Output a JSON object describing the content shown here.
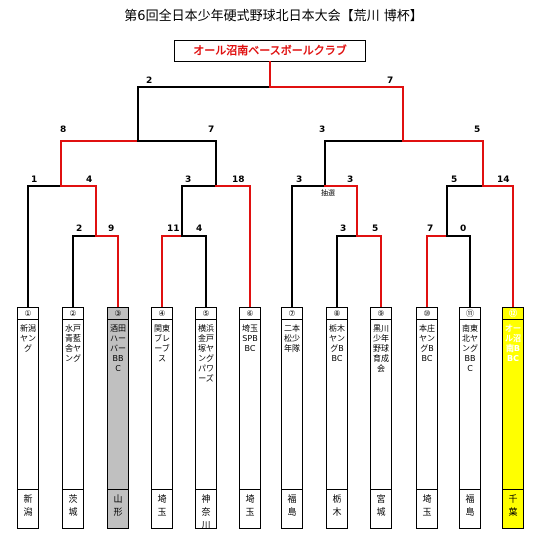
{
  "title": "第6回全日本少年硬式野球北日本大会【荒川 博杯】",
  "champion": "オール沼南ベースボールクラブ",
  "scores": {
    "final_left": "2",
    "final_right": "7",
    "sf_l1": "8",
    "sf_l2": "7",
    "sf_r1": "3",
    "sf_r2": "5",
    "qf_a1": "1",
    "qf_a2": "4",
    "qf_b1": "3",
    "qf_b2": "18",
    "qf_c1": "3",
    "qf_c2": "3",
    "qf_d1": "5",
    "qf_d2": "14",
    "r1_a1": "2",
    "r1_a2": "9",
    "r1_b1": "11",
    "r1_b2": "4",
    "r1_c1": "3",
    "r1_c2": "5",
    "r1_d1": "7",
    "r1_d2": "0"
  },
  "note_lottery": "抽選",
  "teams": [
    {
      "seed": "①",
      "name": "新潟ヤング",
      "pref": "新潟"
    },
    {
      "seed": "②",
      "name": "水戸青藍舎ヤング",
      "pref": "茨城"
    },
    {
      "seed": "③",
      "name": "酒田ハーバーBBC",
      "pref": "山形"
    },
    {
      "seed": "④",
      "name": "関東ブレーブス",
      "pref": "埼玉"
    },
    {
      "seed": "⑤",
      "name": "横浜金戸塚ヤングパワーズ",
      "pref": "神奈川"
    },
    {
      "seed": "⑥",
      "name": "埼玉SPBBC",
      "pref": "埼玉"
    },
    {
      "seed": "⑦",
      "name": "二本松少年隊",
      "pref": "福島"
    },
    {
      "seed": "⑧",
      "name": "栃木ヤングBBC",
      "pref": "栃木"
    },
    {
      "seed": "⑨",
      "name": "黒川少年野球育成会",
      "pref": "宮城"
    },
    {
      "seed": "⑩",
      "name": "本庄ヤングBBC",
      "pref": "埼玉"
    },
    {
      "seed": "⑪",
      "name": "南東北ヤングBBC",
      "pref": "福島"
    },
    {
      "seed": "⑫",
      "name": "オール沼南BBC",
      "pref": "千葉"
    }
  ],
  "colors": {
    "winner_line": "#e01010",
    "loser_line": "#000000",
    "grey_box": "#c0c0c0",
    "champion_box": "#ffff00"
  }
}
